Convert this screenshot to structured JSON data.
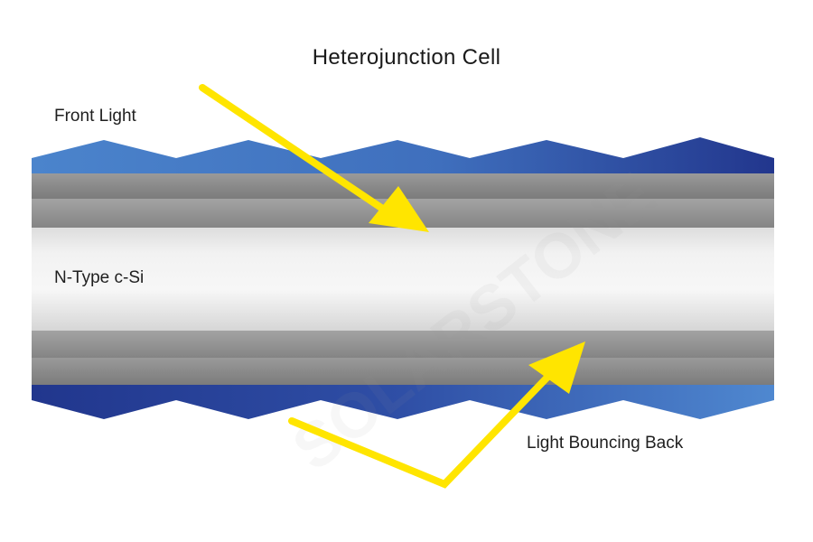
{
  "diagram": {
    "title": "Heterojunction Cell",
    "labels": {
      "front_light": "Front Light",
      "base_layer": "N-Type c-Si",
      "back_light": "Light Bouncing Back"
    },
    "colors": {
      "tco_light_blue": "#4f87cf",
      "tco_dark_blue": "#21368e",
      "amorphous_grey": "#8c8c8c",
      "wafer_white": "#f4f4f4",
      "arrow_yellow": "#ffe500"
    }
  }
}
